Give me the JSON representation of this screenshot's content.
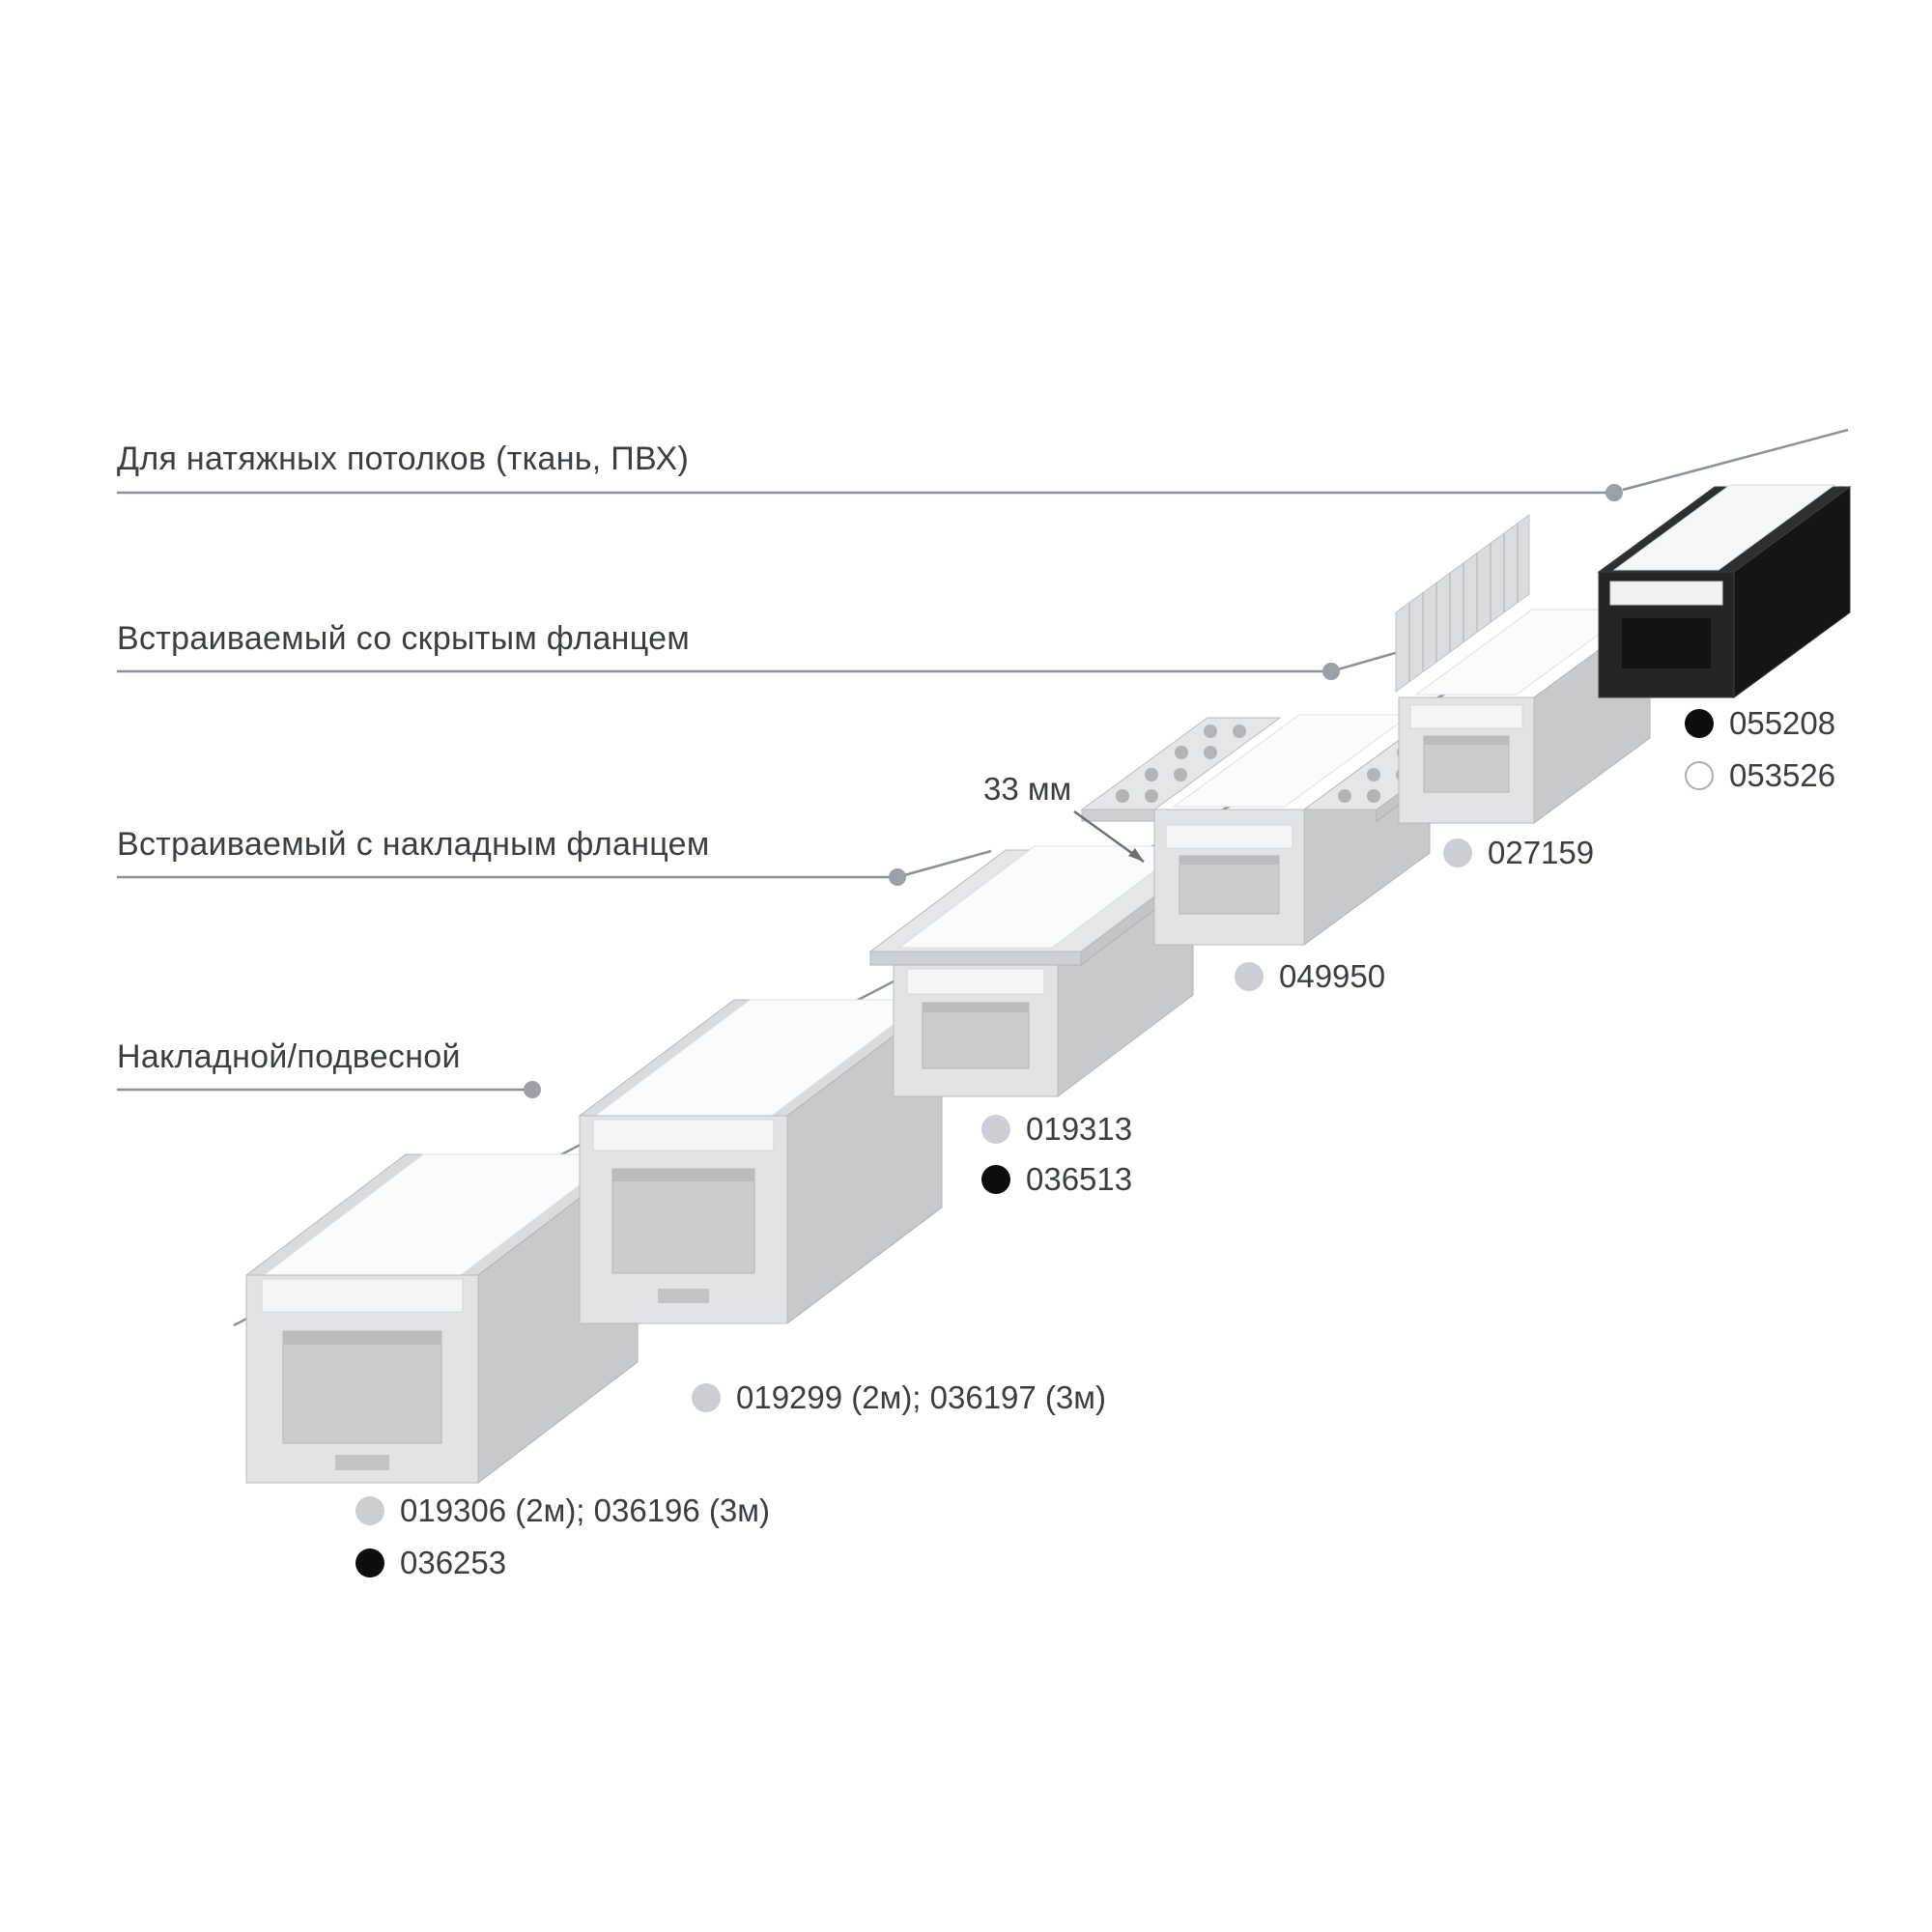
{
  "categories": [
    "Для натяжных потолков (ткань, ПВХ)",
    "Встраиваемый со скрытым фланцем",
    "Встраиваемый с накладным фланцем",
    "Накладной/подвесной"
  ],
  "dimension_label": "33 мм",
  "products": [
    {
      "name": "surface-mount-large-profile",
      "codes": [
        {
          "dot": "gray",
          "text": "019306 (2м); 036196 (3м)"
        },
        {
          "dot": "black",
          "text": "036253"
        }
      ]
    },
    {
      "name": "surface-mount-medium-profile",
      "codes": [
        {
          "dot": "gray",
          "text": "019299 (2м); 036197 (3м)"
        }
      ]
    },
    {
      "name": "recessed-surface-flange-profile",
      "codes": [
        {
          "dot": "gray",
          "text": "019313"
        },
        {
          "dot": "black",
          "text": "036513"
        }
      ]
    },
    {
      "name": "recessed-perforated-flange-profile",
      "codes": [
        {
          "dot": "gray",
          "text": "049950"
        }
      ]
    },
    {
      "name": "recessed-hidden-flange-profile",
      "codes": [
        {
          "dot": "gray",
          "text": "027159"
        }
      ]
    },
    {
      "name": "stretch-ceiling-profile",
      "codes": [
        {
          "dot": "black",
          "text": "055208"
        },
        {
          "dot": "white",
          "text": "053526"
        }
      ]
    }
  ],
  "colors": {
    "dot_gray": "#cbcfd3",
    "dot_black": "#0c0d0e",
    "dot_white": "#ffffff",
    "line": "#8b9197",
    "text": "#3a3e42"
  }
}
